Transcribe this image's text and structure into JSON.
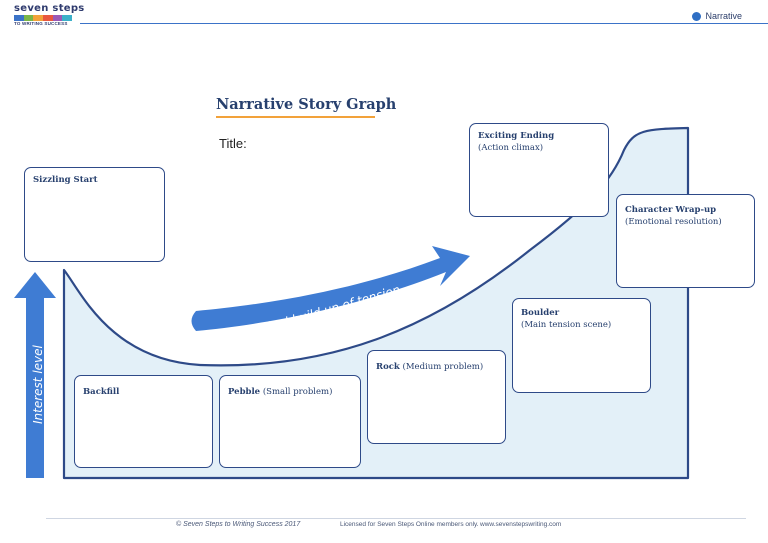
{
  "header": {
    "logo_line1": "seven steps",
    "logo_line2": "TO WRITING SUCCESS",
    "logo_colors": [
      "#3b73c8",
      "#7ab648",
      "#f2a23a",
      "#e9573f",
      "#9b59b6",
      "#3bb0c9"
    ],
    "badge_label": "Narrative",
    "accent": "#3b73c8"
  },
  "graph": {
    "title": "Narrative Story Graph",
    "title_field_label": "Title:",
    "arrow_label": "Gradual build up of tension",
    "axis_label": "Interest level",
    "fill_color": "#e3f0f8",
    "arrow_color": "#3f7cd3"
  },
  "boxes": {
    "sizzling_start": {
      "title": "Sizzling Start",
      "desc": ""
    },
    "backfill": {
      "title": "Backfill",
      "desc": ""
    },
    "pebble": {
      "title": "Pebble",
      "desc": "(Small problem)"
    },
    "rock": {
      "title": "Rock",
      "desc": "(Medium problem)"
    },
    "boulder": {
      "title": "Boulder",
      "desc": "(Main tension scene)"
    },
    "exciting_ending": {
      "title": "Exciting Ending",
      "desc": "(Action climax)"
    },
    "character_wrapup": {
      "title": "Character Wrap-up",
      "desc": "(Emotional resolution)"
    }
  },
  "footer": {
    "copyright": "© Seven Steps to Writing Success 2017",
    "license": "Licensed for Seven Steps Online members only.",
    "url": "www.sevenstepswriting.com"
  }
}
